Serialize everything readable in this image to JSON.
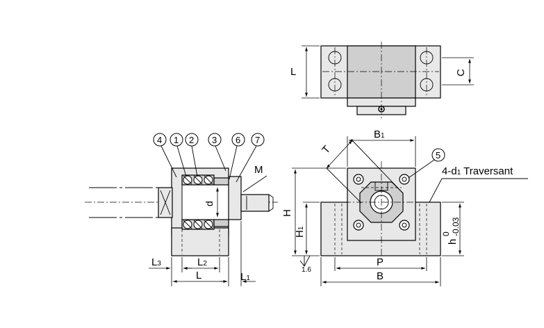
{
  "callouts": [
    "4",
    "1",
    "2",
    "3",
    "6",
    "7"
  ],
  "callout_front": "5",
  "labels": {
    "L_top": "L",
    "C": "C",
    "B1": "B",
    "B1_sub": "1",
    "T": "T",
    "M": "M",
    "d": "d",
    "H": "H",
    "H1": "H",
    "H1_sub": "1",
    "holes": "4-d",
    "holes_sub": "1",
    "holes_suffix": " Traversant",
    "tol_h": "h",
    "tol_upper": "0",
    "tol_lower": "-0.03",
    "P": "P",
    "B": "B",
    "L3": "L",
    "L3_sub": "3",
    "L2": "L",
    "L2_sub": "2",
    "L_side": "L",
    "L1": "L",
    "L1_sub": "1",
    "roughness": "1.6"
  }
}
